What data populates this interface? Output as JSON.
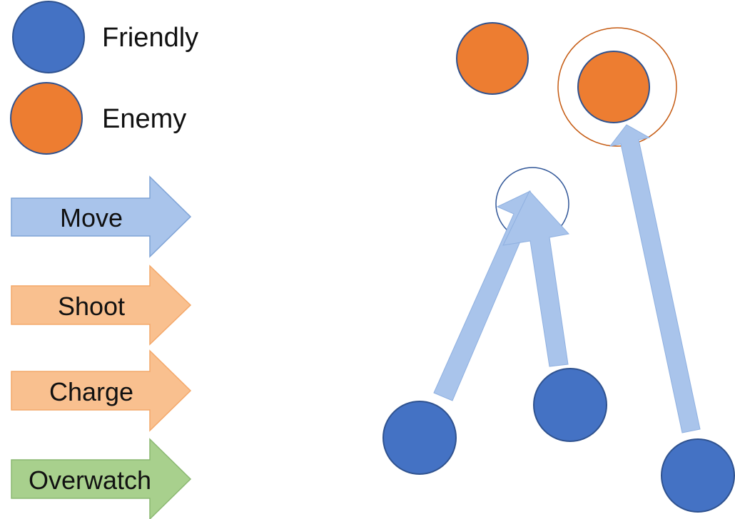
{
  "legend": {
    "units": [
      {
        "label": "Friendly",
        "color": "#4472C4"
      },
      {
        "label": "Enemy",
        "color": "#ED7D31"
      }
    ],
    "actions": [
      {
        "label": "Move",
        "color": "#A9C4EB",
        "stroke": "#7FA3D6"
      },
      {
        "label": "Shoot",
        "color": "#F9C08F",
        "stroke": "#F4A86A"
      },
      {
        "label": "Charge",
        "color": "#F9C08F",
        "stroke": "#F4A86A"
      },
      {
        "label": "Overwatch",
        "color": "#A8D08D",
        "stroke": "#8BB872"
      }
    ]
  },
  "scene": {
    "friendly_units": 3,
    "enemy_units": 2,
    "move_arrows": 3,
    "target_rings": 2
  }
}
